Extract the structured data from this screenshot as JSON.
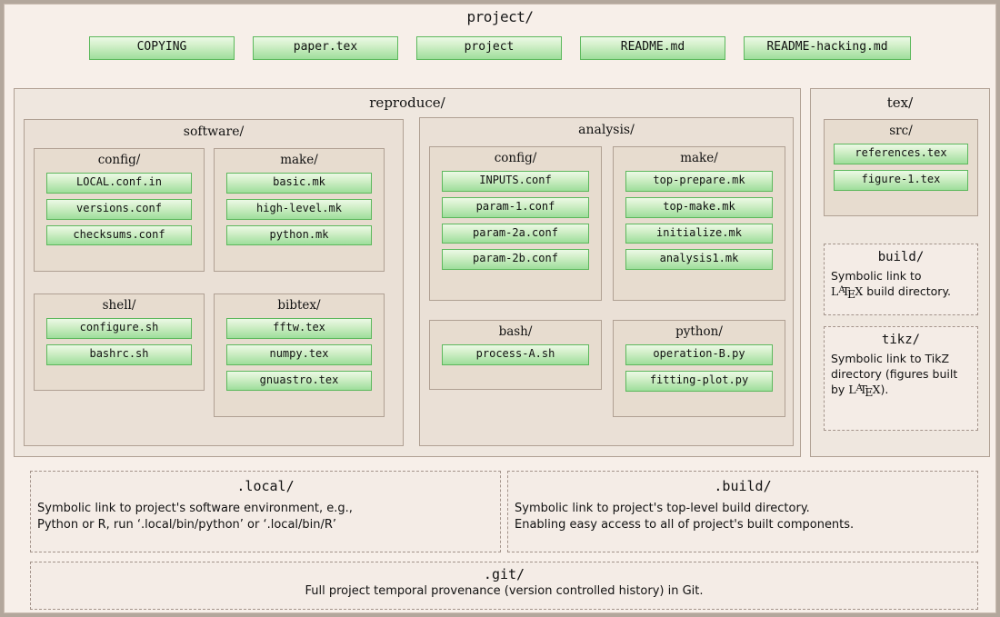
{
  "root": {
    "title": "project/"
  },
  "toplevel_files": [
    {
      "label": "COPYING"
    },
    {
      "label": "paper.tex"
    },
    {
      "label": "project"
    },
    {
      "label": "README.md"
    },
    {
      "label": "README-hacking.md"
    }
  ],
  "reproduce": {
    "title": "reproduce/",
    "software": {
      "title": "software/",
      "groups": [
        {
          "title": "config/",
          "files": [
            "LOCAL.conf.in",
            "versions.conf",
            "checksums.conf"
          ]
        },
        {
          "title": "make/",
          "files": [
            "basic.mk",
            "high-level.mk",
            "python.mk"
          ]
        },
        {
          "title": "shell/",
          "files": [
            "configure.sh",
            "bashrc.sh"
          ]
        },
        {
          "title": "bibtex/",
          "files": [
            "fftw.tex",
            "numpy.tex",
            "gnuastro.tex"
          ]
        }
      ]
    },
    "analysis": {
      "title": "analysis/",
      "groups": [
        {
          "title": "config/",
          "files": [
            "INPUTS.conf",
            "param-1.conf",
            "param-2a.conf",
            "param-2b.conf"
          ]
        },
        {
          "title": "make/",
          "files": [
            "top-prepare.mk",
            "top-make.mk",
            "initialize.mk",
            "analysis1.mk"
          ]
        },
        {
          "title": "bash/",
          "files": [
            "process-A.sh"
          ]
        },
        {
          "title": "python/",
          "files": [
            "operation-B.py",
            "fitting-plot.py"
          ]
        }
      ]
    }
  },
  "tex": {
    "title": "tex/",
    "src": {
      "title": "src/",
      "files": [
        "references.tex",
        "figure-1.tex"
      ]
    },
    "build": {
      "title": "build/",
      "desc_pre": "Symbolic link to",
      "desc_post": " build directory."
    },
    "tikz": {
      "title": "tikz/",
      "desc_pre": "Symbolic link to TikZ directory (figures built by ",
      "desc_post": ")."
    }
  },
  "local_link": {
    "title": ".local/",
    "desc": "Symbolic link to project's software environment, e.g.,\nPython or R, run ‘.local/bin/python’ or ‘.local/bin/R’"
  },
  "build_link": {
    "title": ".build/",
    "desc": "Symbolic link to project's top-level build directory.\nEnabling easy access to all of project's built components."
  },
  "git_link": {
    "title": ".git/",
    "desc": "Full project temporal provenance (version controlled history) in Git."
  },
  "colors": {
    "page_background": "#b3a79c",
    "frame_background": "#f7efe9",
    "box_border": "#b0a093",
    "chip_border": "#5cb85c",
    "chip_gradient_top": "#ecf9e6",
    "chip_gradient_bottom": "#9ede9b",
    "text": "#111111"
  }
}
